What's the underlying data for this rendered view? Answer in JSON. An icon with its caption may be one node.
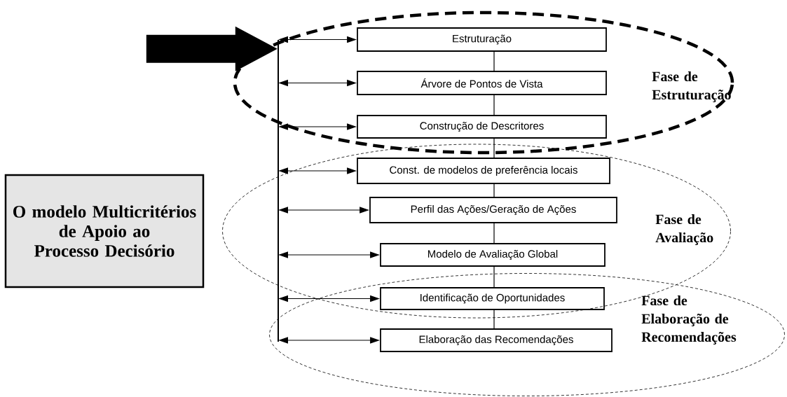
{
  "diagram": {
    "nodes": [
      {
        "text": [
          "O modelo Multicritérios de Apoio ao Processo Decisório"
        ]
      },
      {
        "text": [],
        "shape": "bar"
      },
      {
        "text": [
          "Estruturação"
        ]
      },
      {
        "text": [
          "Árvore de Pontos de Vista"
        ]
      },
      {
        "text": [
          "Construção de Descritores"
        ]
      },
      {
        "text": [
          "Const. de modelos de preferência locais"
        ]
      },
      {
        "text": [
          "Perfil das Ações/Geração de Ações"
        ]
      },
      {
        "text": [
          "Modelo de Avaliação Global"
        ]
      },
      {
        "text": [
          "Identificação de Oportunidades"
        ]
      },
      {
        "text": [
          "Elaboração das Recomendações"
        ]
      }
    ],
    "labels": [
      "Fase de Estruturação",
      "Fase de Avaliação",
      "Fase de Elaboração de Recomendações"
    ],
    "edges": [
      {
        "from": null,
        "to": 1,
        "arrow": "to",
        "style": "thick"
      },
      {
        "from": 1,
        "to": 2,
        "arrow": "both"
      },
      {
        "from": 1,
        "to": 3,
        "arrow": "both"
      },
      {
        "from": 1,
        "to": 4,
        "arrow": "both"
      },
      {
        "from": 1,
        "to": 5,
        "arrow": "both"
      },
      {
        "from": 1,
        "to": 6,
        "arrow": "both"
      },
      {
        "from": 1,
        "to": 7,
        "arrow": "both"
      },
      {
        "from": 1,
        "to": 8,
        "arrow": "both"
      },
      {
        "from": 1,
        "to": 9,
        "arrow": "both"
      },
      {
        "from": 2,
        "to": 3,
        "arrow": "none"
      },
      {
        "from": 3,
        "to": 4,
        "arrow": "none"
      },
      {
        "from": 4,
        "to": 5,
        "arrow": "none"
      },
      {
        "from": 5,
        "to": 6,
        "arrow": "none"
      },
      {
        "from": 6,
        "to": 7,
        "arrow": "none"
      },
      {
        "from": 7,
        "to": 8,
        "arrow": "none"
      },
      {
        "from": 8,
        "to": 9,
        "arrow": "none"
      }
    ]
  }
}
